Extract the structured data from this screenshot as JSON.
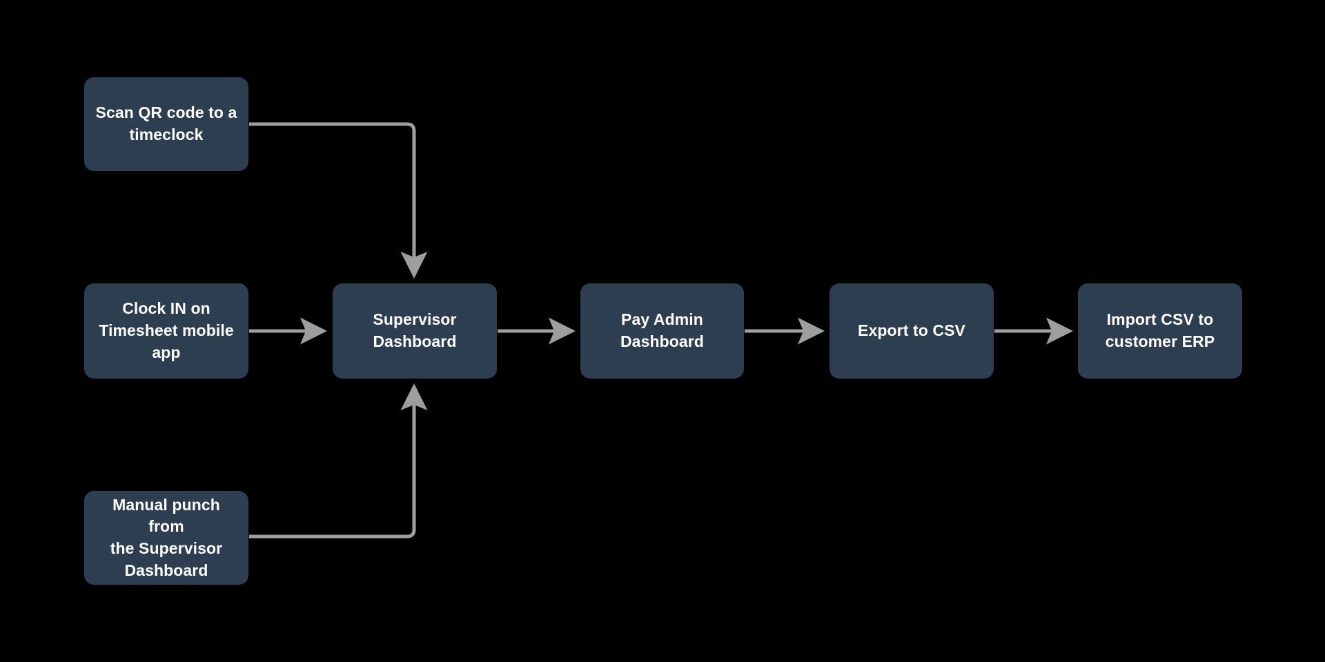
{
  "diagram": {
    "type": "flowchart",
    "orientation": "left-to-right",
    "background_color": "#000000",
    "node_fill_color": "#2c3e50",
    "node_text_color": "#ffffff",
    "edge_color": "#9e9e9e",
    "nodes": [
      {
        "id": "scan-qr",
        "label": "Scan QR code to a\ntimeclock"
      },
      {
        "id": "clock-in",
        "label": "Clock IN on\nTimesheet mobile\napp"
      },
      {
        "id": "manual-punch",
        "label": "Manual punch from\nthe Supervisor\nDashboard"
      },
      {
        "id": "supervisor",
        "label": "Supervisor\nDashboard"
      },
      {
        "id": "pay-admin",
        "label": "Pay Admin\nDashboard"
      },
      {
        "id": "export-csv",
        "label": "Export to CSV"
      },
      {
        "id": "import-csv",
        "label": "Import CSV to\ncustomer ERP"
      }
    ],
    "edges": [
      {
        "id": "edge-scan-qr-to-supervisor",
        "from": "scan-qr",
        "to": "supervisor",
        "label": "",
        "style": "elbow-down"
      },
      {
        "id": "edge-clock-in-to-supervisor",
        "from": "clock-in",
        "to": "supervisor",
        "label": "",
        "style": "straight-right"
      },
      {
        "id": "edge-manual-punch-to-supervisor",
        "from": "manual-punch",
        "to": "supervisor",
        "label": "",
        "style": "elbow-up"
      },
      {
        "id": "edge-supervisor-to-pay-admin",
        "from": "supervisor",
        "to": "pay-admin",
        "label": "",
        "style": "straight-right"
      },
      {
        "id": "edge-pay-admin-to-export-csv",
        "from": "pay-admin",
        "to": "export-csv",
        "label": "",
        "style": "straight-right"
      },
      {
        "id": "edge-export-csv-to-import-csv",
        "from": "export-csv",
        "to": "import-csv",
        "label": "",
        "style": "straight-right"
      }
    ]
  }
}
